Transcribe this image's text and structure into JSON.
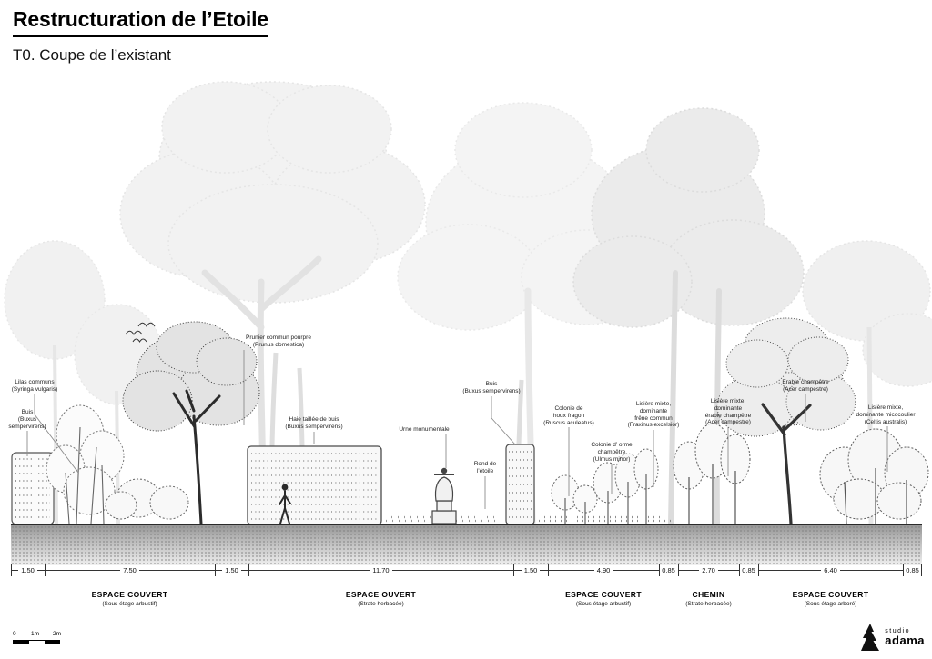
{
  "header": {
    "title": "Restructuration de l’Etoile",
    "subtitle": "T0. Coupe de l’existant"
  },
  "annotations": [
    {
      "text": "Lilas communs\n(Syringa vulgaris)"
    },
    {
      "text": "Buis\n(Buxus\nsempervirens)"
    },
    {
      "text": "Prunier commun pourpre\n(Prunus domestica)"
    },
    {
      "text": "Haie taillée de buis\n(Buxus sempervirens)"
    },
    {
      "text": "Urne monumentale"
    },
    {
      "text": "Buis\n(Buxus sempervirens)"
    },
    {
      "text": "Rond de\nl’étoile"
    },
    {
      "text": "Colonie de\nhoux fragon\n(Ruscus aculeatus)"
    },
    {
      "text": "Colonie d’ orme\nchampêtre\n(Ulmus minor)"
    },
    {
      "text": "Lisière mixte,\ndominante\nfrêne commun\n(Fraxinus excelsior)"
    },
    {
      "text": "Lisière mixte,\ndominante\nérable champêtre\n(Acer campestre)"
    },
    {
      "text": "Erable champêtre\n(Acer campestre)"
    },
    {
      "text": "Lisière mixte,\ndominante micocoulier\n(Celtis australis)"
    }
  ],
  "dimensions": {
    "segments": [
      {
        "value": "1.50"
      },
      {
        "value": "7.50"
      },
      {
        "value": "1.50"
      },
      {
        "value": "11.70"
      },
      {
        "value": "1.50"
      },
      {
        "value": "4.90"
      },
      {
        "value": "0.85"
      },
      {
        "value": "2.70"
      },
      {
        "value": "0.85"
      },
      {
        "value": "6.40"
      },
      {
        "value": "0.85"
      }
    ]
  },
  "zones": [
    {
      "name": "ESPACE COUVERT",
      "subtitle": "(Sous étage arbustif)"
    },
    {
      "name": "ESPACE OUVERT",
      "subtitle": "(Strate herbacée)"
    },
    {
      "name": "ESPACE COUVERT",
      "subtitle": "(Sous étage arbustif)"
    },
    {
      "name": "CHEMIN",
      "subtitle": "(Strate herbacée)"
    },
    {
      "name": "ESPACE COUVERT",
      "subtitle": "(Sous étage arboré)"
    }
  ],
  "scale_bar": {
    "labels": [
      "0",
      "1m",
      "2m"
    ]
  },
  "logo": {
    "studio": "studio",
    "name": "adama"
  }
}
